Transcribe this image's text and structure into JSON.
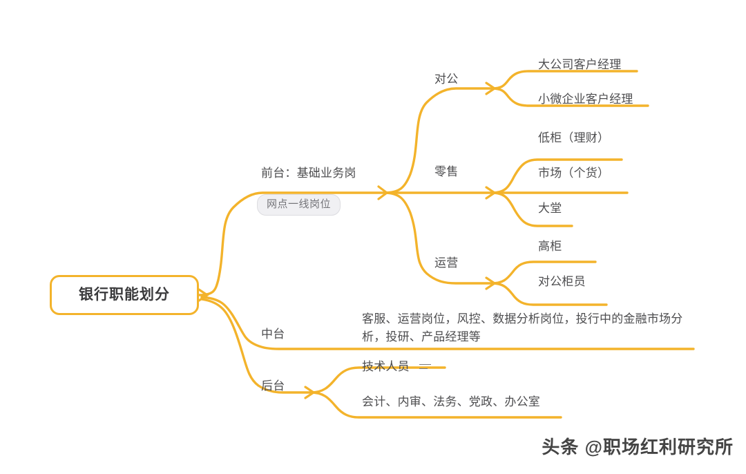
{
  "theme": {
    "branch_color": "#F3B32B",
    "text_color": "#4d4d4f",
    "tag_bg": "#f0f0f3",
    "tag_text": "#75757a",
    "background": "#ffffff"
  },
  "root": {
    "label": "银行职能划分"
  },
  "branches": {
    "front": {
      "label": "前台：基础业务岗",
      "tag": "网点一线岗位",
      "children": {
        "corporate": {
          "label": "对公",
          "leaves": [
            "大公司客户经理",
            "小微企业客户经理"
          ]
        },
        "retail": {
          "label": "零售",
          "leaves": [
            "低柜（理财）",
            "市场（个货）",
            "大堂"
          ]
        },
        "operations": {
          "label": "运营",
          "leaves": [
            "高柜",
            "对公柜员"
          ]
        }
      }
    },
    "middle": {
      "label": "中台",
      "description": "客服、运营岗位，风控、数据分析岗位，投行中的金融市场分析，投研、产品经理等"
    },
    "back": {
      "label": "后台",
      "leaves": [
        {
          "label": "技术人员",
          "icon": "note-lines-icon"
        },
        {
          "label": "会计、内审、法务、党政、办公室"
        }
      ]
    }
  },
  "watermark": {
    "text": "头条 @职场红利研究所"
  }
}
